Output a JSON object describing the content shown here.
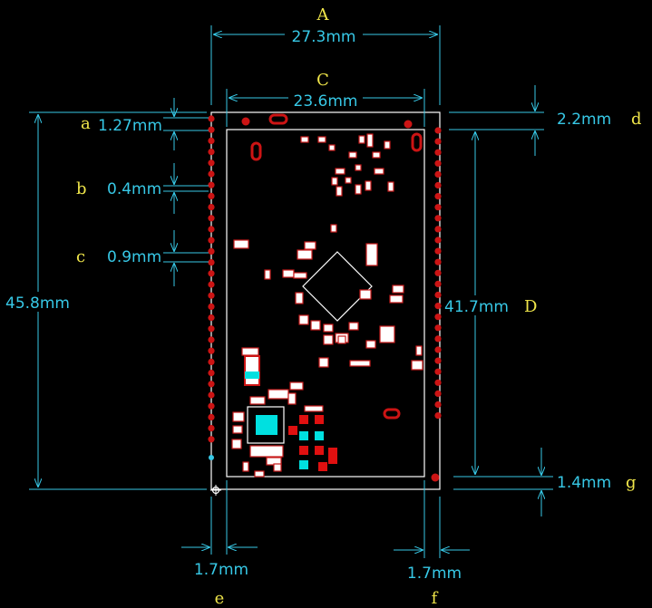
{
  "dimensions": {
    "A": {
      "letter": "A",
      "value": "27.3mm"
    },
    "C": {
      "letter": "C",
      "value": "23.6mm"
    },
    "a": {
      "letter": "a",
      "value": "1.27mm"
    },
    "b": {
      "letter": "b",
      "value": "0.4mm"
    },
    "c": {
      "letter": "c",
      "value": "0.9mm"
    },
    "d": {
      "letter": "d",
      "value": "2.2mm"
    },
    "B": {
      "letter": "",
      "value": "45.8mm"
    },
    "D": {
      "letter": "D",
      "value": "41.7mm"
    },
    "g": {
      "letter": "g",
      "value": "1.4mm"
    },
    "e": {
      "letter": "e",
      "value": "1.7mm"
    },
    "f": {
      "letter": "f",
      "value": "1.7mm"
    }
  },
  "colors": {
    "background": "#000000",
    "dimension": "#37c8e6",
    "letter": "#f0e64a",
    "outline": "#ffffff",
    "pad": "#cc1414",
    "chip": "#00e0e0"
  }
}
